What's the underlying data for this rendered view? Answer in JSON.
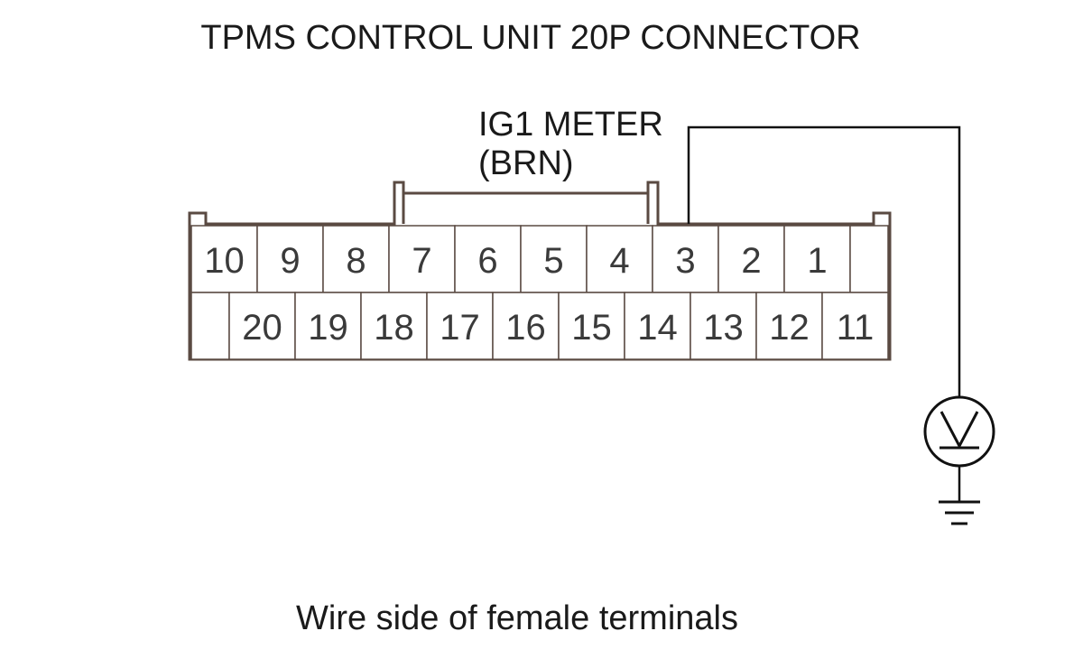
{
  "title": "TPMS CONTROL UNIT 20P CONNECTOR",
  "terminal_label": {
    "line1": "IG1 METER",
    "line2": "(BRN)"
  },
  "connector": {
    "top_row": [
      "10",
      "9",
      "8",
      "7",
      "6",
      "5",
      "4",
      "3",
      "2",
      "1"
    ],
    "bottom_row": [
      "20",
      "19",
      "18",
      "17",
      "16",
      "15",
      "14",
      "13",
      "12",
      "11"
    ],
    "probed_terminal": "3"
  },
  "meter": {
    "icon": "voltmeter-icon"
  },
  "ground": {
    "icon": "ground-icon"
  },
  "caption": "Wire side of female terminals",
  "colors": {
    "line": "#111111",
    "connector_outline": "#5a4a42",
    "text": "#1a1a1a"
  }
}
